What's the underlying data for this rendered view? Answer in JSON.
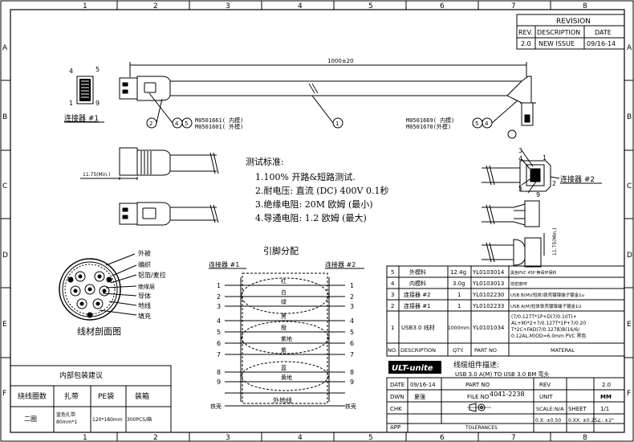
{
  "frame": {
    "columns": [
      "1",
      "2",
      "3",
      "4",
      "5",
      "6",
      "7",
      "8"
    ],
    "rows": [
      "A",
      "B",
      "C",
      "D",
      "E",
      "F"
    ]
  },
  "revision": {
    "title": "REVISION",
    "headers": [
      "REV.",
      "DESCRIPTION",
      "DATE"
    ],
    "row": [
      "2.0",
      "NEW ISSUE",
      "09/16-14"
    ]
  },
  "connector1": {
    "label": "连接器 #1",
    "pin_top_left": "4",
    "pin_top_right": "5",
    "pin_bot_left": "1",
    "pin_bot_right": "9"
  },
  "connector2": {
    "label": "连接器 #2",
    "pins": [
      "3",
      "4",
      "1",
      "2",
      "5",
      "9"
    ]
  },
  "cable": {
    "length": "1000±20",
    "balloon1": "1",
    "balloon2": "2",
    "balloon4": "4",
    "balloon5": "5",
    "left_mold_inner": "M0501661( 内模)",
    "left_mold_outer": "M0501601( 外模)",
    "right_mold_inner": "M0501669( 内模)",
    "right_mold_outer": "M0501670(外模)",
    "dim_min": "11.75(Min.)",
    "dim_right": "11.75(Min.)"
  },
  "test": {
    "title": "测试标准:",
    "lines": [
      "1.100% 开路&短路测试.",
      "2.耐电压: 直流 (DC) 400V  0.1秒",
      "3.绝缘电阻: 20M  欧姆 (最小)",
      "4.导通电阻: 1.2 欧姆  (最大)"
    ]
  },
  "section": {
    "title": "线材剖面图",
    "labels": [
      "外被",
      "编织",
      "铝箔/麦拉",
      "绝缘层",
      "导体",
      "地线",
      "填充"
    ]
  },
  "pinout": {
    "title": "引脚分配",
    "left_header": "连接器 #1",
    "right_header": "连接器 #2",
    "rows": [
      {
        "l": "1",
        "r": "1",
        "c": "红"
      },
      {
        "l": "2",
        "r": "2",
        "c": "白"
      },
      {
        "l": "3",
        "r": "3",
        "c": "绿"
      },
      {
        "l": "4",
        "r": "4",
        "c": "黑"
      },
      {
        "l": "5",
        "r": "5",
        "c": "橙"
      },
      {
        "l": "6",
        "r": "6",
        "c": "紫地"
      },
      {
        "l": "7",
        "r": "7",
        "c": "紫"
      },
      {
        "l": "8",
        "r": "8",
        "c": "蓝"
      },
      {
        "l": "9",
        "r": "9",
        "c": "黄地"
      }
    ],
    "c6a": "紫地",
    "c6b": "紫",
    "c9a": "黄地",
    "shell_left": "铁壳",
    "shell_right": "铁壳",
    "drain": "外地线"
  },
  "packaging": {
    "title": "内部包装建议",
    "headers": [
      "绕线圈数",
      "扎带",
      "PE袋",
      "装箱"
    ],
    "row": [
      "二圈",
      "蓝色扎带\n80mm*1",
      "120*180mm",
      "300PCS/箱"
    ]
  },
  "bom": {
    "headers": [
      "NO.",
      "DESCRIPTION",
      "QTY.",
      "PART NO",
      "MATERAL"
    ],
    "rows": [
      {
        "no": "5",
        "desc": "外模料",
        "qty": "12.4g",
        "part": "YL0103014",
        "mat": "黑色PVC 45P 無毒环保料"
      },
      {
        "no": "4",
        "desc": "内模料",
        "qty": "3.0g",
        "part": "YL0103013",
        "mat": "低密度PE"
      },
      {
        "no": "3",
        "desc": "连接器 #2",
        "qty": "1",
        "part": "YL0102230",
        "mat": "USB B(M)(短体)铁壳镀镍端子镀金1u"
      },
      {
        "no": "2",
        "desc": "连接器 #1",
        "qty": "1",
        "part": "YL0102233",
        "mat": "USB A(M)短体铁壳镀镍端子镀金1U"
      },
      {
        "no": "1",
        "desc": "USB3.0 线材",
        "qty": "1000mm",
        "part": "YL0101034",
        "mat": "(7/0.127T*1P+D(7/0.10T)+AL+M)*2+7/0.127T*1P+7/0.20T*2C+FAD(7/0.127B)B(16/6/0.12AL.M)OD=6.0mm PVC 黑色"
      }
    ]
  },
  "titleblock": {
    "desc_label": "线缆组件描述:",
    "desc": "USB 3.0 A(M) TO  USB 3.0 BM 弯头",
    "logo": "ULT-unite",
    "date_label": "DATE",
    "date": "09/16-14",
    "part_no_label": "PART NO",
    "part_no": "4041-2238",
    "rev_label": "REV",
    "rev": "2.0",
    "dwn_label": "DWN",
    "dwn": "夏强",
    "file_no_label": "FILE NO",
    "unit_label": "UNIT",
    "unit": "MM",
    "chk_label": "CHK",
    "scale_label": "SCALE:N/A",
    "sheet_label": "SHEET",
    "sheet": "1/1",
    "app_label": "APP",
    "tol_label": "TOLERANCES",
    "tol1": "0.X: ±0.50",
    "tol2": "0.XX: ±0.25",
    "tol3": "∠: ±2°"
  }
}
